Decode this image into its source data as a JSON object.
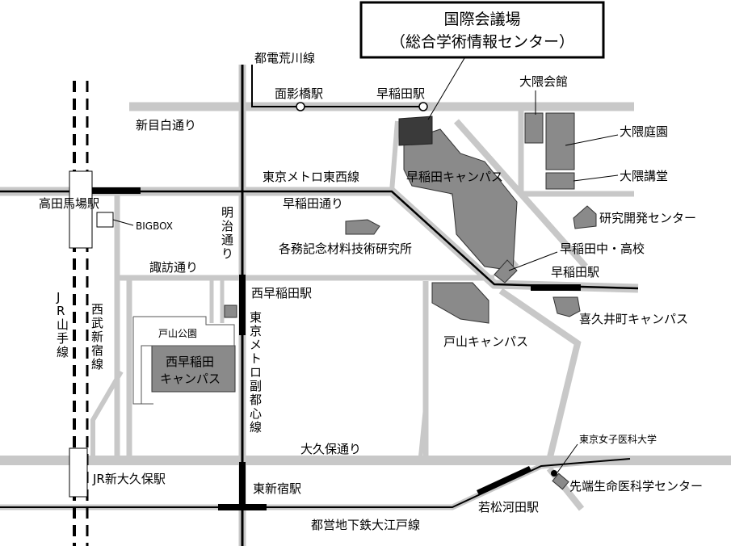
{
  "title": {
    "line1": "国際会議場",
    "line2": "（総合学術情報センター）"
  },
  "railways": {
    "toden_arakawa": "都電荒川線",
    "tozai": "東京メトロ東西線",
    "fukutoshin": [
      "東",
      "京",
      "メ",
      "ト",
      "ロ",
      "副",
      "都",
      "心",
      "線"
    ],
    "yamanote": [
      "J",
      "R",
      "山",
      "手",
      "線"
    ],
    "seibu": [
      "西",
      "武",
      "新",
      "宿",
      "線"
    ],
    "oedo": "都営地下鉄大江戸線"
  },
  "stations": {
    "omokagebashi": "面影橋駅",
    "waseda_toden": "早稲田駅",
    "takadanobaba": "高田馬場駅",
    "waseda_metro": "早稲田駅",
    "nishiwaseda": "西早稲田駅",
    "shinokubo": "JR新大久保駅",
    "higashishinjuku": "東新宿駅",
    "wakamatsukawada": "若松河田駅"
  },
  "roads": {
    "shinmejiro": "新目白通り",
    "wasedadori": "早稲田通り",
    "meiji": [
      "明",
      "治",
      "通",
      "り"
    ],
    "suwa": "諏訪通り",
    "okubo": "大久保通り"
  },
  "places": {
    "okuma_hall": "大隈会館",
    "okuma_garden": "大隈庭園",
    "okuma_auditorium": "大隈講堂",
    "waseda_campus": "早稲田キャンパス",
    "rd_center": "研究開発センター",
    "waseda_high": "早稲田中・高校",
    "kikuicho_campus": "喜久井町キャンパス",
    "toyama_campus": "戸山キャンパス",
    "kagami_institute": "各務記念材料技術研究所",
    "bigbox": "BIGBOX",
    "toyama_park": "戸山公園",
    "nishiwaseda_campus_1": "西早稲田",
    "nishiwaseda_campus_2": "キャンパス",
    "twmu": "東京女子医科大学",
    "advanced_center": "先端生命医科学センター"
  },
  "colors": {
    "road": "#c8c8c8",
    "building": "#8a8a8a",
    "highlight_building": "#3a3a3a",
    "rail": "#000000"
  }
}
